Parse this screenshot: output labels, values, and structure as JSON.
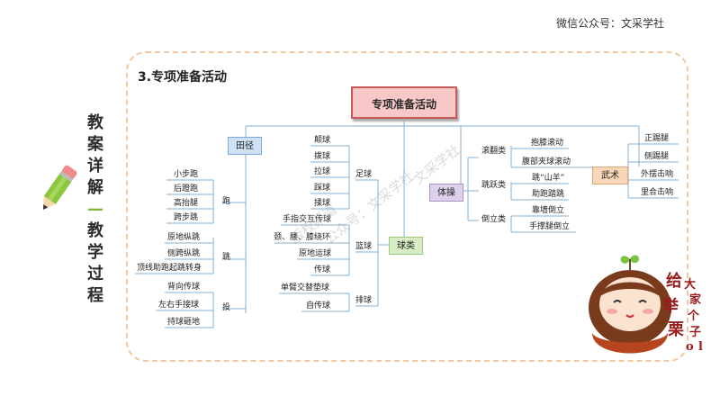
{
  "header": {
    "account": "微信公众号：文采学社"
  },
  "sidebar": {
    "title_chars": [
      "教",
      "案",
      "详",
      "解",
      "—",
      "教",
      "学",
      "过",
      "程"
    ]
  },
  "section_title": "3.专项准备活动",
  "root": "专项准备活动",
  "track": {
    "label": "田径",
    "run": {
      "label": "跑",
      "items": [
        "小步跑",
        "后蹬跑",
        "高抬腿",
        "跨步跳"
      ]
    },
    "jump": {
      "label": "跳",
      "items": [
        "原地纵跳",
        "侧跨纵跳",
        "顶线助跑起跳转身"
      ]
    },
    "throw": {
      "label": "投",
      "items": [
        "背向传球",
        "左右手接球",
        "持球砸地"
      ]
    }
  },
  "ball": {
    "label": "球类",
    "football": {
      "label": "足球",
      "items": [
        "颠球",
        "拨球",
        "拉球",
        "踩球",
        "揉球"
      ]
    },
    "basketball": {
      "label": "篮球",
      "items": [
        "手指交互传球",
        "颈、腰、膝绕环",
        "原地运球",
        "传球"
      ]
    },
    "volleyball": {
      "label": "排球",
      "items": [
        "单臂交替垫球",
        "自传球"
      ]
    }
  },
  "gym": {
    "label": "体操",
    "roll": {
      "label": "滚翻类",
      "items": [
        "抱膝滚动",
        "腹部夹球滚动"
      ]
    },
    "jumping": {
      "label": "跳跃类",
      "items": [
        "跳“山羊”",
        "助跑踏跳"
      ]
    },
    "handstand": {
      "label": "倒立类",
      "items": [
        "靠墙倒立",
        "手撑腿倒立"
      ]
    }
  },
  "martial": {
    "label": "武术",
    "items": [
      "正踢腿",
      "侧踢腿",
      "外摆击响",
      "里合击响"
    ]
  },
  "watermarks": [
    "版权渠道",
    "公众号：文采学社",
    "文采学社"
  ],
  "sticker": {
    "text": [
      "给",
      "大",
      "家",
      "举",
      "个",
      "栗",
      "子",
      "o",
      "l"
    ]
  }
}
